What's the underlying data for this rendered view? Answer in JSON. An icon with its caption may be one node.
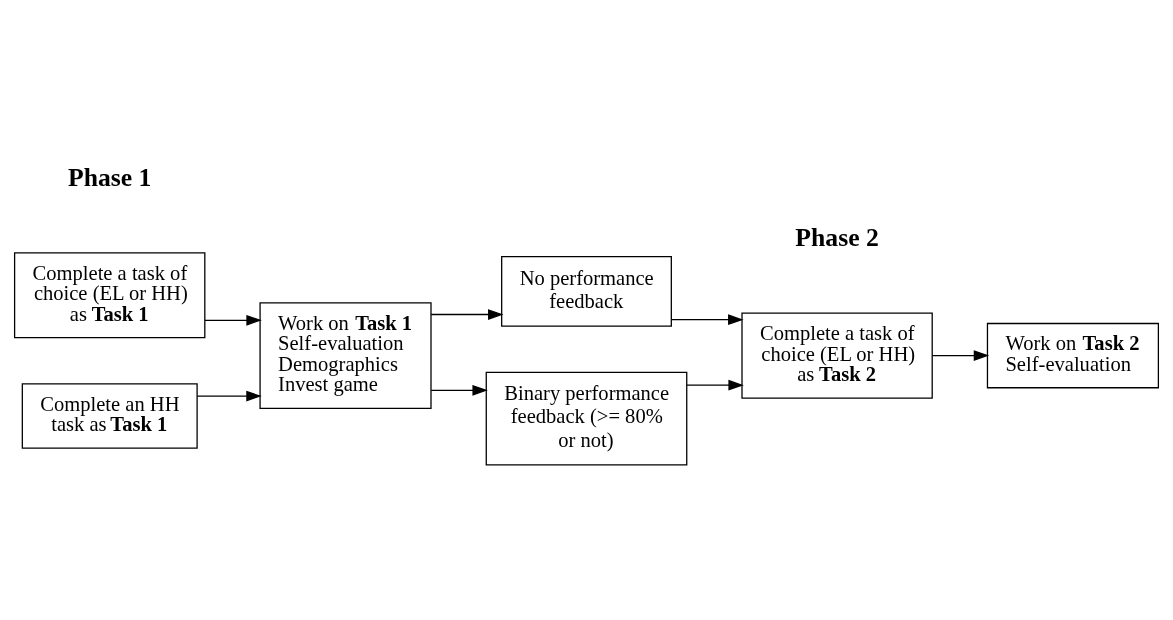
{
  "diagram": {
    "nodes": [
      {
        "text": [
          "Complete a task of choice (EL or HH) as **Task 1**"
        ]
      },
      {
        "text": [
          "Complete an HH task as **Task 1**"
        ]
      },
      {
        "text": [
          "Work on **Task 1**",
          "Self-evaluation",
          "Demographics",
          "Invest game"
        ]
      },
      {
        "text": [
          "No performance feedback"
        ]
      },
      {
        "text": [
          "Binary performance feedback (>= 80% or not)"
        ]
      },
      {
        "text": [
          "Complete a task of choice (EL or HH) as **Task 2**"
        ]
      },
      {
        "text": [
          "Work on **Task 2**",
          "Self-evaluation"
        ]
      }
    ],
    "edges": [
      {
        "from": 0,
        "to": 2,
        "arrow": "to"
      },
      {
        "from": 1,
        "to": 2,
        "arrow": "to"
      },
      {
        "from": 2,
        "to": 3,
        "arrow": "to"
      },
      {
        "from": 2,
        "to": 4,
        "arrow": "to"
      },
      {
        "from": 3,
        "to": 5,
        "arrow": "to"
      },
      {
        "from": 4,
        "to": 5,
        "arrow": "to"
      },
      {
        "from": 5,
        "to": 6,
        "arrow": "to"
      }
    ],
    "labels": [
      "Phase 1",
      "Phase 2"
    ]
  }
}
